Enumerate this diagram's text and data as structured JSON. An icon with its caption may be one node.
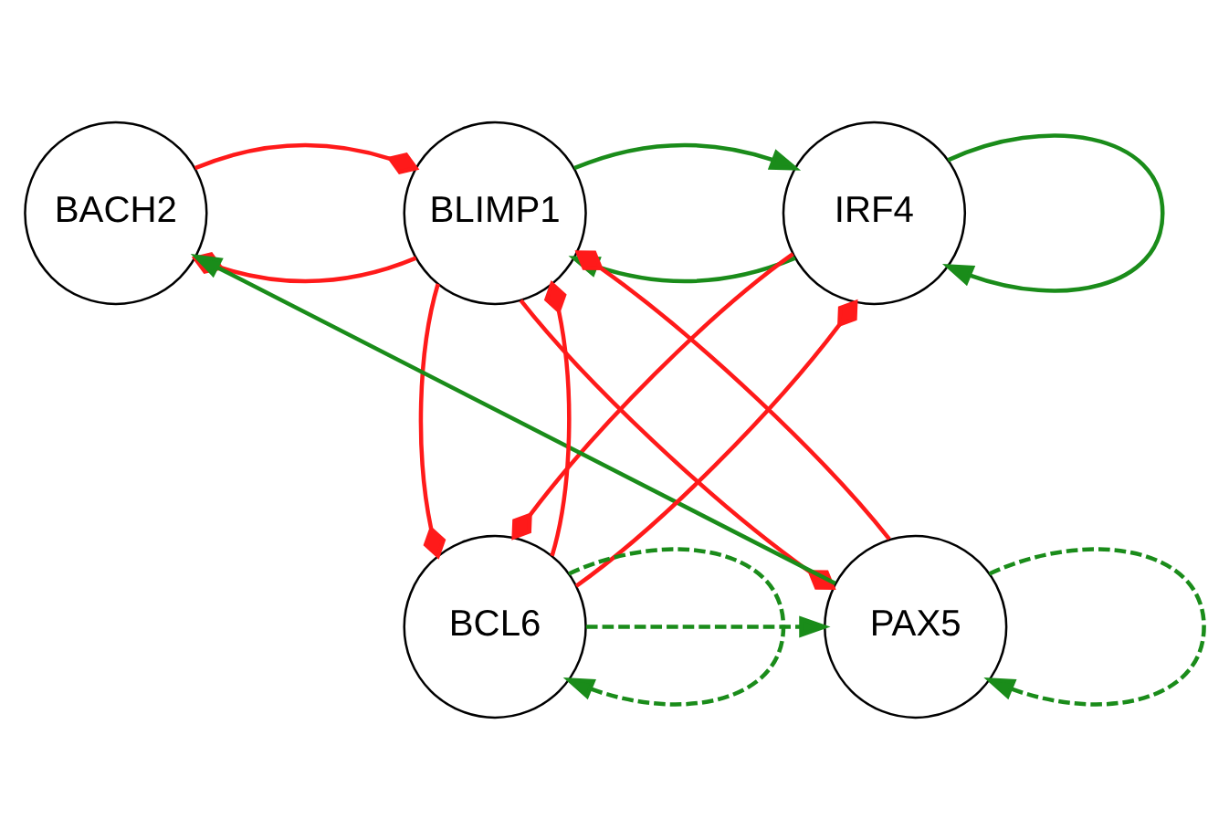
{
  "diagram": {
    "nodes": [
      {
        "text": [
          "BACH2"
        ]
      },
      {
        "text": [
          "BLIMP1"
        ]
      },
      {
        "text": [
          "IRF4"
        ]
      },
      {
        "text": [
          "PAX5"
        ]
      },
      {
        "text": [
          "BCL6"
        ]
      }
    ],
    "edges": [
      {
        "from": 1,
        "to": 0,
        "arrow": "other"
      },
      {
        "from": 0,
        "to": 1,
        "arrow": "other"
      },
      {
        "from": 2,
        "to": 1,
        "arrow": "to",
        "color": "#1a8c1a"
      },
      {
        "from": 1,
        "to": 2,
        "arrow": "to",
        "color": "#1a8c1a"
      },
      {
        "from": 2,
        "to": 2,
        "arrow": "to",
        "color": "#1a8c1a"
      },
      {
        "from": 1,
        "to": 3,
        "arrow": "other"
      },
      {
        "from": 3,
        "to": 1,
        "arrow": "other"
      },
      {
        "from": 4,
        "to": 1,
        "arrow": "other"
      },
      {
        "from": 1,
        "to": 4,
        "arrow": "other"
      },
      {
        "from": 4,
        "to": 2,
        "arrow": "other"
      },
      {
        "from": 2,
        "to": 4,
        "arrow": "other"
      },
      {
        "from": 3,
        "to": 0,
        "arrow": "to",
        "color": "#1a8c1a"
      },
      {
        "from": 4,
        "to": 3,
        "arrow": "to",
        "style": "dashed",
        "color": "#1a8c1a"
      },
      {
        "from": 3,
        "to": 3,
        "arrow": "to",
        "style": "dashed",
        "color": "#1a8c1a"
      },
      {
        "from": 4,
        "to": 4,
        "arrow": "to",
        "style": "dashed",
        "color": "#1a8c1a"
      }
    ]
  }
}
